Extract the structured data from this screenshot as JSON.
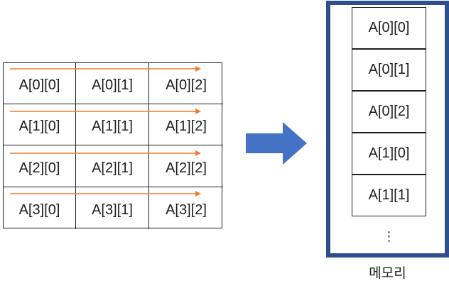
{
  "array": {
    "rows": [
      [
        "A[0][0]",
        "A[0][1]",
        "A[0][2]"
      ],
      [
        "A[1][0]",
        "A[1][1]",
        "A[1][2]"
      ],
      [
        "A[2][0]",
        "A[2][1]",
        "A[2][2]"
      ],
      [
        "A[3][0]",
        "A[3][1]",
        "A[3][2]"
      ]
    ]
  },
  "memory": {
    "cells": [
      "A[0][0]",
      "A[0][1]",
      "A[0][2]",
      "A[1][0]",
      "A[1][1]"
    ],
    "ellipsis": "⋮",
    "label": "메모리"
  },
  "colors": {
    "row_arrow": "#ed7d31",
    "block_arrow": "#4472c4",
    "memory_border": "#2f4e8c",
    "text": "#1e1e1e"
  },
  "icons": {
    "row_traversal": "arrow-right-icon",
    "transfer": "block-arrow-right-icon"
  }
}
